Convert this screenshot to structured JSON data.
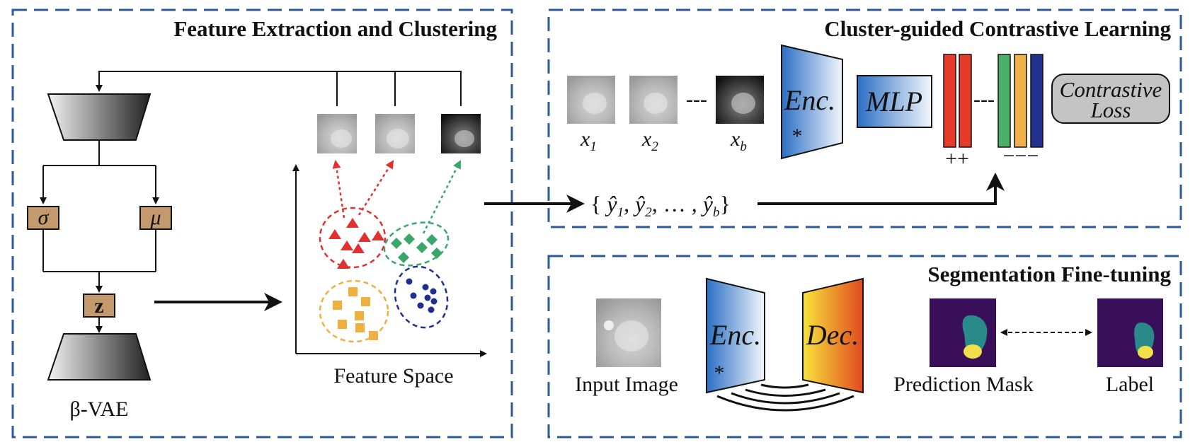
{
  "panels": {
    "feature_extraction": {
      "title": "Feature Extraction and Clustering",
      "sigma": "σ",
      "mu": "μ",
      "z": "z",
      "vae_label": "β-VAE",
      "feature_space_label": "Feature Space"
    },
    "contrastive": {
      "title": "Cluster-guided Contrastive Learning",
      "x1": "x",
      "x1_sub": "1",
      "x2": "x",
      "x2_sub": "2",
      "xb": "x",
      "xb_sub": "b",
      "dashes": "---",
      "encoder": "Enc.",
      "encoder_star": "*",
      "mlp": "MLP",
      "loss_line1": "Contrastive",
      "loss_line2": "Loss",
      "positive_signs": "++",
      "negative_signs": "−−−",
      "pseudo_labels": {
        "open": "{",
        "y1": "ŷ",
        "y1_sub": "1",
        "y2": "ŷ",
        "y2_sub": "2",
        "ellipsis": "…",
        "yb": "ŷ",
        "yb_sub": "b",
        "close": "}"
      }
    },
    "segmentation": {
      "title": "Segmentation Fine-tuning",
      "input_label": "Input Image",
      "encoder": "Enc.",
      "encoder_star": "*",
      "decoder": "Dec.",
      "prediction_label": "Prediction Mask",
      "label_label": "Label"
    }
  },
  "colors": {
    "panel_border": "#2f5a9a",
    "cluster_red": "#e03030",
    "cluster_green": "#3aa66a",
    "cluster_orange": "#f0b040",
    "cluster_blue": "#1f2f8f",
    "feature_bar_red": "#e83a2a",
    "feature_bar_green": "#4caf6a",
    "feature_bar_orange": "#f2b04a",
    "feature_bar_blue": "#22318f",
    "latent_box": "#c49a6c",
    "mask_background": "#3a0f5a",
    "mask_teal": "#2a8a8a",
    "mask_yellow": "#f2e04a"
  }
}
